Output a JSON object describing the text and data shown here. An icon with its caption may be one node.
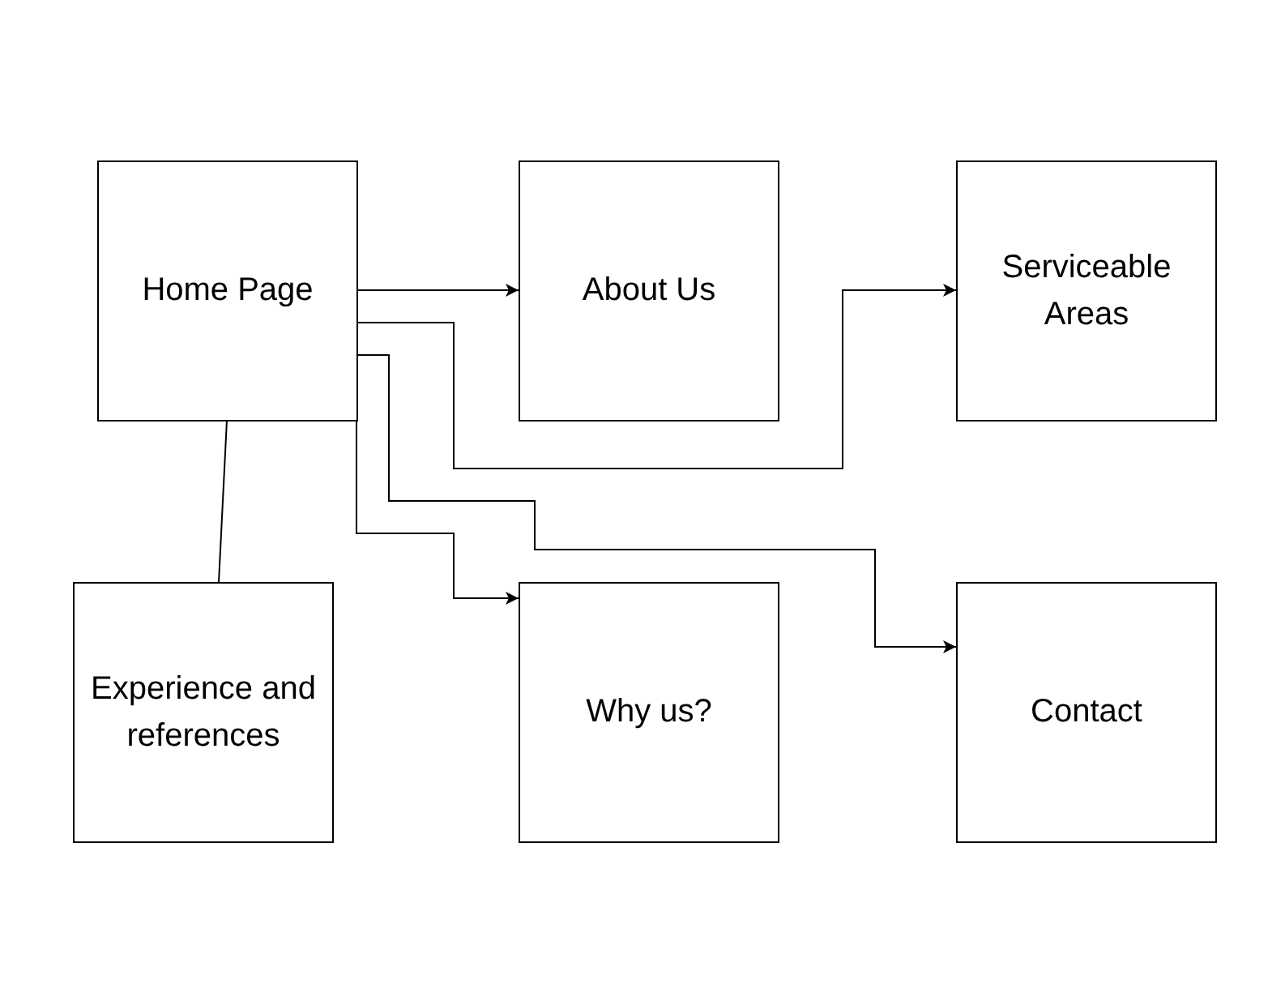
{
  "diagram": {
    "nodes": [
      {
        "text": [
          "Home Page"
        ]
      },
      {
        "text": [
          "About Us"
        ]
      },
      {
        "text": [
          "Serviceable Areas"
        ]
      },
      {
        "text": [
          "Experience and references"
        ]
      },
      {
        "text": [
          "Why us?"
        ]
      },
      {
        "text": [
          "Contact"
        ]
      }
    ],
    "edges": [
      {
        "from": 0,
        "to": 1,
        "arrow": "to"
      },
      {
        "from": 0,
        "to": 2,
        "arrow": "to"
      },
      {
        "from": 0,
        "to": 5,
        "arrow": "to"
      },
      {
        "from": 0,
        "to": 4,
        "arrow": "to"
      },
      {
        "from": 0,
        "to": 3,
        "arrow": "none"
      }
    ]
  }
}
